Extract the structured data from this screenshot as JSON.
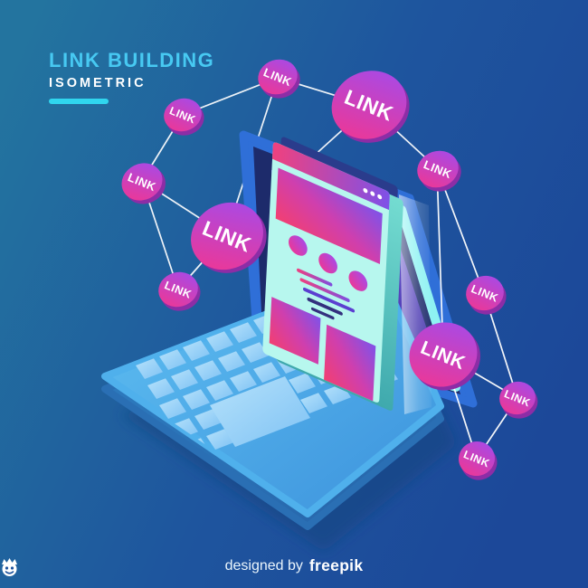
{
  "title": {
    "heading": "LINK BUILDING",
    "subheading": "ISOMETRIC"
  },
  "footer": {
    "credit": "designed by",
    "brand": "freepik"
  },
  "badges": {
    "items": [
      {
        "label": "LINK"
      },
      {
        "label": "LINK"
      },
      {
        "label": "LINK"
      },
      {
        "label": "LINK"
      },
      {
        "label": "LINK"
      },
      {
        "label": "LINK"
      },
      {
        "label": "LINK"
      },
      {
        "label": "LINK"
      },
      {
        "label": "LINK"
      },
      {
        "label": "LINK"
      },
      {
        "label": "LINK"
      }
    ]
  },
  "colors": {
    "background_left": "#23749f",
    "background_right": "#1c4899",
    "title_accent": "#47c9f2",
    "underline_accent": "#30d6ef",
    "badge_pink": "#f5358c",
    "badge_purple": "#a04cf0",
    "badge_rim": "#8c2da6",
    "laptop_blue": "#4aa6e6",
    "screen_bezel_cyan": "#8ef2f2",
    "card_mint": "#b7f7ee",
    "connection_line": "#ffffff"
  }
}
